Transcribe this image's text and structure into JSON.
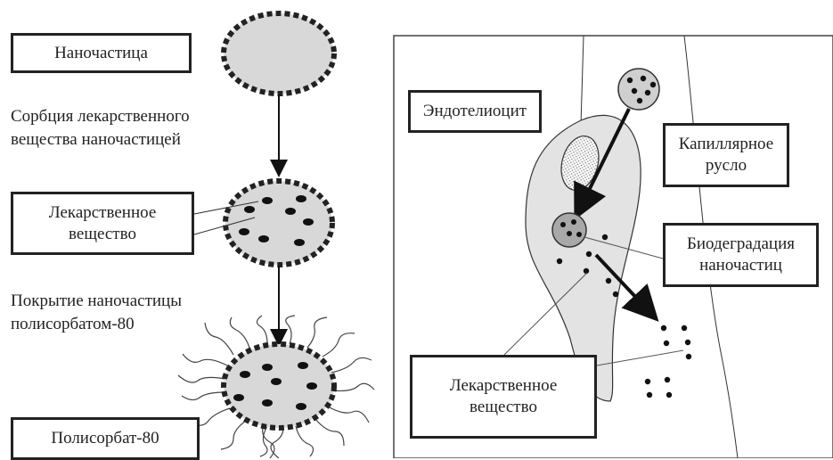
{
  "left_panel": {
    "nanoparticle_label": "Наночастица",
    "step1_caption": [
      "Сорбция лекарственного",
      "вещества наночастицей"
    ],
    "drug_label": [
      "Лекарственное",
      "вещество"
    ],
    "step2_caption": [
      "Покрытие наночастицы",
      "полисорбатом-80"
    ],
    "polysorbate_label": "Полисорбат-80"
  },
  "right_panel": {
    "endothelium_label": "Эндотелиоцит",
    "capillary_label": [
      "Капиллярное",
      "русло"
    ],
    "biodegradation_label": [
      "Биодеградация",
      "наночастиц"
    ],
    "drug_label": [
      "Лекарственное",
      "вещество"
    ]
  }
}
